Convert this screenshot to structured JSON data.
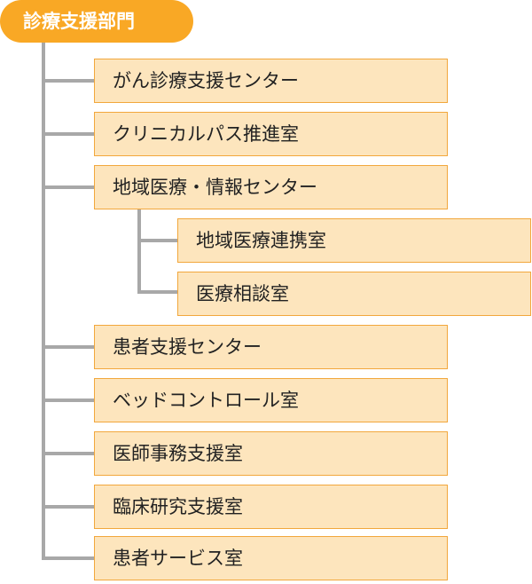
{
  "root": {
    "label": "診療支援部門"
  },
  "items": [
    {
      "label": "がん診療支援センター"
    },
    {
      "label": "クリニカルパス推進室"
    },
    {
      "label": "地域医療・情報センター",
      "children": [
        {
          "label": "地域医療連携室"
        },
        {
          "label": "医療相談室"
        }
      ]
    },
    {
      "label": "患者支援センター"
    },
    {
      "label": "ベッドコントロール室"
    },
    {
      "label": "医師事務支援室"
    },
    {
      "label": "臨床研究支援室"
    },
    {
      "label": "患者サービス室"
    }
  ],
  "colors": {
    "root_fill": "#f9a825",
    "box_fill": "#fde5bd",
    "box_border": "#f2a73c",
    "connector": "#a8a8a8"
  }
}
